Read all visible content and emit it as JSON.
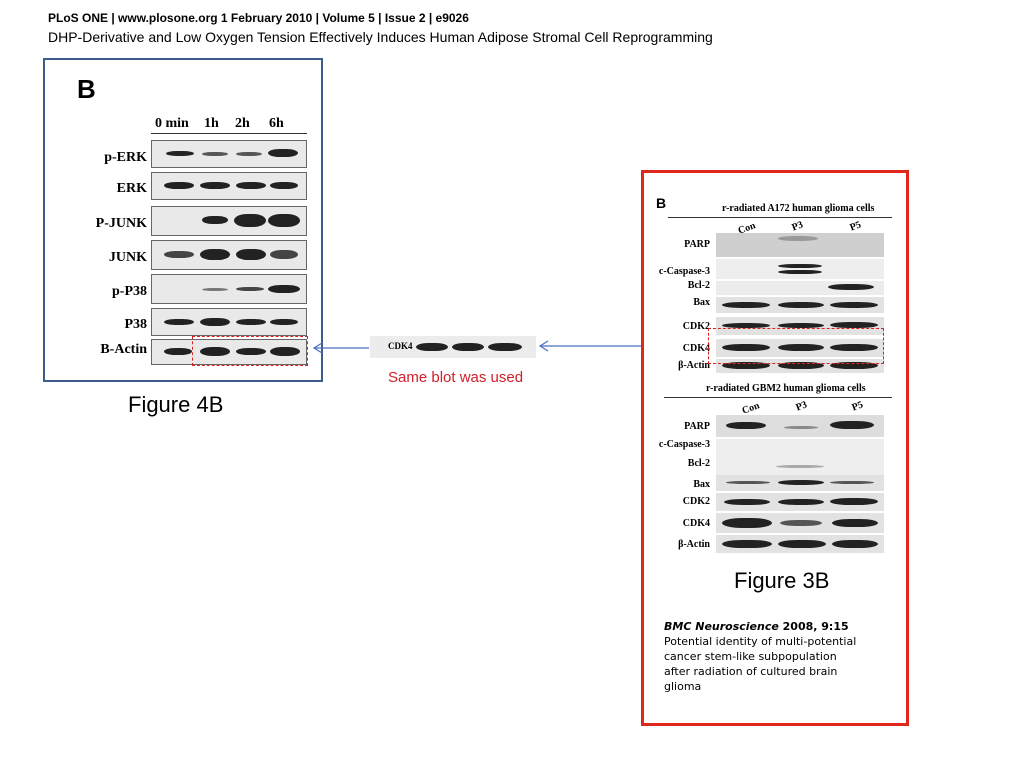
{
  "header": {
    "journal_line": "PLoS ONE | www.plosone.org 1 February 2010 | Volume 5 | Issue 2 | e9026",
    "title": "DHP-Derivative and Low Oxygen Tension Effectively Induces Human Adipose Stromal Cell Reprogramming"
  },
  "figure4b": {
    "panel_letter": "B",
    "columns": [
      "0 min",
      "1h",
      "2h",
      "6h"
    ],
    "rows": [
      "p-ERK",
      "ERK",
      "P-JUNK",
      "JUNK",
      "p-P38",
      "P38",
      "B-Actin"
    ],
    "caption": "Figure 4B"
  },
  "middle": {
    "cdk4_label": "CDK4",
    "note": "Same blot was used"
  },
  "figure3b": {
    "panel_letter": "B",
    "section1_title": "r-radiated A172 human glioma cells",
    "section2_title": "r-radiated GBM2 human glioma cells",
    "columns": [
      "Con",
      "P3",
      "P5"
    ],
    "rows1": [
      "PARP",
      "c-Caspase-3",
      "Bcl-2",
      "Bax",
      "CDK2",
      "CDK4",
      "β-Actin"
    ],
    "rows2": [
      "PARP",
      "c-Caspase-3",
      "Bcl-2",
      "Bax",
      "CDK2",
      "CDK4",
      "β-Actin"
    ],
    "caption": "Figure 3B",
    "reference": {
      "journal": "BMC Neuroscience",
      "year_vol": " 2008, 9:15",
      "lines": [
        "Potential identity of multi-potential",
        "cancer stem-like subpopulation",
        "after radiation of cultured brain",
        "glioma"
      ]
    }
  },
  "colors": {
    "left_border": "#3d5a8a",
    "right_border": "#e1261c",
    "accent_red": "#d2202a",
    "arrow_blue": "#4a6fc0"
  }
}
